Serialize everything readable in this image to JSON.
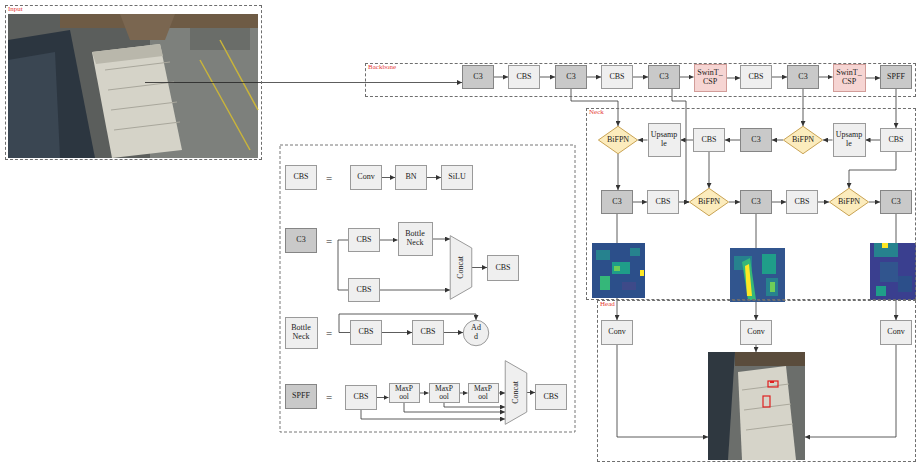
{
  "diagram": {
    "nodes": [
      {
        "text": [
          "Input"
        ]
      },
      {
        "text": [
          "Backbone"
        ]
      },
      {
        "text": [
          "C3"
        ],
        "in": 1
      },
      {
        "text": [
          "CBS"
        ],
        "in": 1
      },
      {
        "text": [
          "C3"
        ],
        "in": 1
      },
      {
        "text": [
          "CBS"
        ],
        "in": 1
      },
      {
        "text": [
          "C3"
        ],
        "in": 1
      },
      {
        "text": [
          "SwinT_ CSP"
        ],
        "in": 1
      },
      {
        "text": [
          "CBS"
        ],
        "in": 1
      },
      {
        "text": [
          "C3"
        ],
        "in": 1
      },
      {
        "text": [
          "SwinT_ CSP"
        ],
        "in": 1
      },
      {
        "text": [
          "SPFF"
        ],
        "in": 1
      },
      {
        "text": [
          "Neck"
        ]
      },
      {
        "text": [
          "BiFPN"
        ],
        "in": 12
      },
      {
        "text": [
          "Upsamp le"
        ],
        "in": 12
      },
      {
        "text": [
          "CBS"
        ],
        "in": 12
      },
      {
        "text": [
          "C3"
        ],
        "in": 12
      },
      {
        "text": [
          "BiFPN"
        ],
        "in": 12
      },
      {
        "text": [
          "Upsamp le"
        ],
        "in": 12
      },
      {
        "text": [
          "CBS"
        ],
        "in": 12
      },
      {
        "text": [
          "C3"
        ],
        "in": 12
      },
      {
        "text": [
          "CBS"
        ],
        "in": 12
      },
      {
        "text": [
          "BiFPN"
        ],
        "in": 12
      },
      {
        "text": [
          "C3"
        ],
        "in": 12
      },
      {
        "text": [
          "CBS"
        ],
        "in": 12
      },
      {
        "text": [
          "BiFPN"
        ],
        "in": 12
      },
      {
        "text": [
          "C3"
        ],
        "in": 12
      },
      {
        "text": [
          "Head"
        ]
      },
      {
        "text": [
          "Conv"
        ],
        "in": 27
      },
      {
        "text": [
          "Conv"
        ],
        "in": 27
      },
      {
        "text": [
          "Conv"
        ],
        "in": 27
      },
      {
        "text": [
          "CBS"
        ]
      },
      {
        "text": [
          "Conv"
        ]
      },
      {
        "text": [
          "BN"
        ]
      },
      {
        "text": [
          "SiLU"
        ]
      },
      {
        "text": [
          "C3"
        ]
      },
      {
        "text": [
          "CBS"
        ]
      },
      {
        "text": [
          "Bottle Neck"
        ]
      },
      {
        "text": [
          "Concat"
        ]
      },
      {
        "text": [
          "CBS"
        ]
      },
      {
        "text": [
          "CBS"
        ]
      },
      {
        "text": [
          "Bottle Neck"
        ]
      },
      {
        "text": [
          "CBS"
        ]
      },
      {
        "text": [
          "CBS"
        ]
      },
      {
        "text": [
          "Ad d"
        ]
      },
      {
        "text": [
          "SPFF"
        ]
      },
      {
        "text": [
          "CBS"
        ]
      },
      {
        "text": [
          "MaxP ool"
        ]
      },
      {
        "text": [
          "MaxP ool"
        ]
      },
      {
        "text": [
          "MaxP ool"
        ]
      },
      {
        "text": [
          "Concat"
        ]
      },
      {
        "text": [
          "CBS"
        ]
      }
    ],
    "edges": [
      {
        "from": 0,
        "to": 2,
        "arrow": "to"
      },
      {
        "from": 2,
        "to": 3,
        "arrow": "to"
      },
      {
        "from": 3,
        "to": 4,
        "arrow": "to"
      },
      {
        "from": 4,
        "to": 5,
        "arrow": "to"
      },
      {
        "from": 5,
        "to": 6,
        "arrow": "to"
      },
      {
        "from": 6,
        "to": 7,
        "arrow": "to"
      },
      {
        "from": 7,
        "to": 8,
        "arrow": "to"
      },
      {
        "from": 8,
        "to": 9,
        "arrow": "to"
      },
      {
        "from": 9,
        "to": 10,
        "arrow": "to"
      },
      {
        "from": 10,
        "to": 11,
        "arrow": "to"
      },
      {
        "from": 4,
        "to": 13,
        "arrow": "to"
      },
      {
        "from": 6,
        "to": 22,
        "arrow": "to"
      },
      {
        "from": 9,
        "to": 17,
        "arrow": "to"
      },
      {
        "from": 11,
        "to": 19,
        "arrow": "to"
      },
      {
        "from": 19,
        "to": 18,
        "arrow": "to"
      },
      {
        "from": 18,
        "to": 17,
        "arrow": "to"
      },
      {
        "from": 17,
        "to": 16,
        "arrow": "to"
      },
      {
        "from": 16,
        "to": 15,
        "arrow": "to"
      },
      {
        "from": 15,
        "to": 14,
        "arrow": "to"
      },
      {
        "from": 14,
        "to": 13,
        "arrow": "to"
      },
      {
        "from": 13,
        "to": 20,
        "arrow": "to"
      },
      {
        "from": 20,
        "to": 21,
        "arrow": "to"
      },
      {
        "from": 21,
        "to": 22,
        "arrow": "to"
      },
      {
        "from": 22,
        "to": 23,
        "arrow": "to"
      },
      {
        "from": 23,
        "to": 24,
        "arrow": "to"
      },
      {
        "from": 24,
        "to": 25,
        "arrow": "to"
      },
      {
        "from": 25,
        "to": 26,
        "arrow": "to"
      },
      {
        "from": 15,
        "to": 22,
        "arrow": "to"
      },
      {
        "from": 19,
        "to": 25,
        "arrow": "to"
      },
      {
        "from": 20,
        "to": 28,
        "arrow": "to"
      },
      {
        "from": 23,
        "to": 29,
        "arrow": "to"
      },
      {
        "from": 26,
        "to": 30,
        "arrow": "to"
      },
      {
        "from": 32,
        "to": 33,
        "arrow": "to"
      },
      {
        "from": 33,
        "to": 34,
        "arrow": "to"
      },
      {
        "from": 36,
        "to": 37,
        "arrow": "to"
      },
      {
        "from": 37,
        "to": 38,
        "arrow": "to"
      },
      {
        "from": 40,
        "to": 38,
        "arrow": "to"
      },
      {
        "from": 38,
        "to": 39,
        "arrow": "to"
      },
      {
        "from": 42,
        "to": 43,
        "arrow": "to"
      },
      {
        "from": 43,
        "to": 44,
        "arrow": "to"
      },
      {
        "from": 46,
        "to": 47,
        "arrow": "to"
      },
      {
        "from": 47,
        "to": 48,
        "arrow": "to"
      },
      {
        "from": 48,
        "to": 49,
        "arrow": "to"
      },
      {
        "from": 49,
        "to": 50,
        "arrow": "to"
      },
      {
        "from": 46,
        "to": 50,
        "arrow": "to"
      },
      {
        "from": 47,
        "to": 50,
        "arrow": "to"
      },
      {
        "from": 48,
        "to": 50,
        "arrow": "to"
      },
      {
        "from": 50,
        "to": 51,
        "arrow": "to"
      }
    ],
    "labels": [
      "=",
      "=",
      "=",
      "="
    ]
  }
}
